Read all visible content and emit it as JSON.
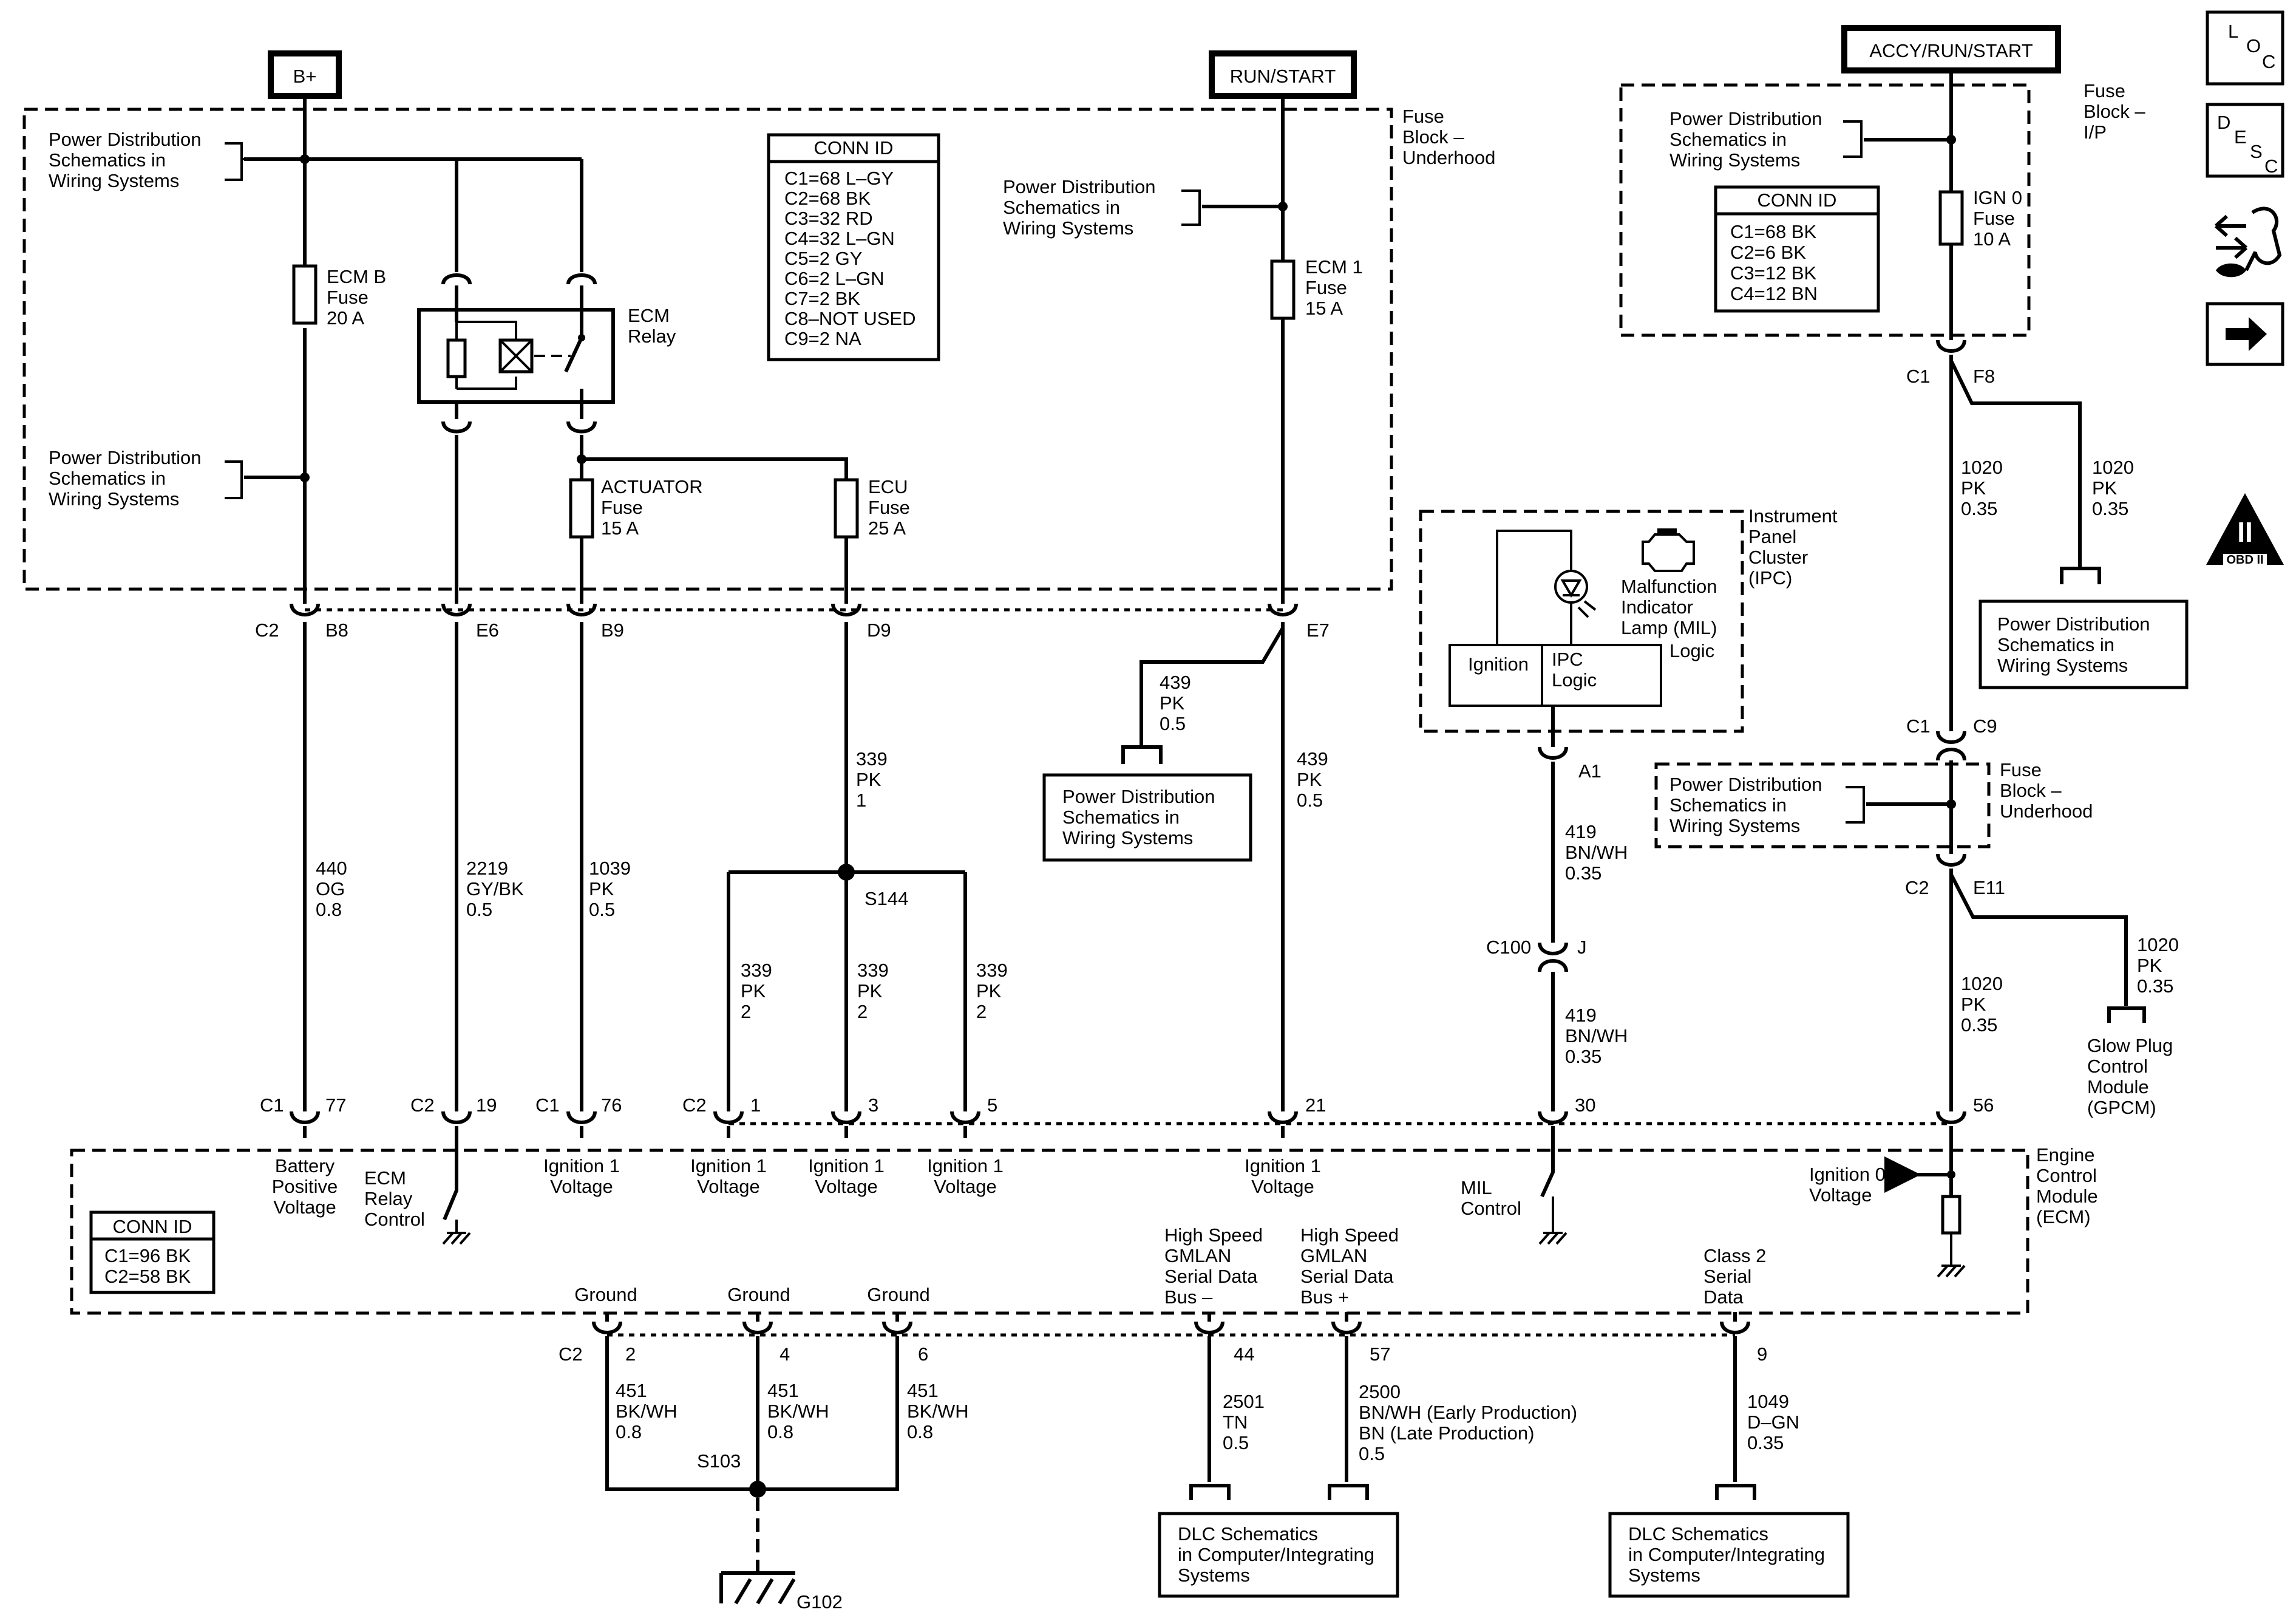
{
  "headers": {
    "b_plus": "B+",
    "run_start": "RUN/START",
    "accy_run_start": "ACCY/RUN/START"
  },
  "side_icons": {
    "loc": [
      "L",
      "O",
      "C"
    ],
    "desc": [
      "D",
      "E",
      "S",
      "C"
    ],
    "obd": "OBD II",
    "obd_mark": "II"
  },
  "modules": {
    "fuse_underhood": [
      "Fuse",
      "Block –",
      "Underhood"
    ],
    "fuse_ip": [
      "Fuse",
      "Block –",
      "I/P"
    ],
    "ipc": [
      "Instrument",
      "Panel",
      "Cluster",
      "(IPC)"
    ],
    "ecm": [
      "Engine",
      "Control",
      "Module",
      "(ECM)"
    ],
    "fuse_underhood_2": [
      "Fuse",
      "Block –",
      "Underhood"
    ]
  },
  "pdsws": [
    "Power Distribution",
    "Schematics in",
    "Wiring Systems"
  ],
  "dlc": [
    "DLC Schematics",
    "in Computer/Integrating",
    "Systems"
  ],
  "conn_underhood": {
    "title": "CONN ID",
    "lines": [
      "C1=68 L–GY",
      "C2=68 BK",
      "C3=32 RD",
      "C4=32 L–GN",
      "C5=2 GY",
      "C6=2 L–GN",
      "C7=2 BK",
      "C8–NOT USED",
      "C9=2 NA"
    ]
  },
  "conn_ip": {
    "title": "CONN ID",
    "lines": [
      "C1=68 BK",
      "C2=6 BK",
      "C3=12 BK",
      "C4=12 BN"
    ]
  },
  "conn_ecm": {
    "title": "CONN ID",
    "lines": [
      "C1=96 BK",
      "C2=58 BK"
    ]
  },
  "fuses": {
    "ecm_b": [
      "ECM B",
      "Fuse",
      "20 A"
    ],
    "ecm_1": [
      "ECM 1",
      "Fuse",
      "15 A"
    ],
    "actuator": [
      "ACTUATOR",
      "Fuse",
      "15 A"
    ],
    "ecu": [
      "ECU",
      "Fuse",
      "25 A"
    ],
    "ign_0": [
      "IGN 0",
      "Fuse",
      "10 A"
    ]
  },
  "relay": [
    "ECM",
    "Relay"
  ],
  "connector_labels": {
    "c2": "C2",
    "c1": "C1",
    "c100": "C100",
    "b8": "B8",
    "e6": "E6",
    "b9": "B9",
    "d9": "D9",
    "e7": "E7",
    "a1": "A1",
    "j": "J",
    "f8": "F8",
    "c9": "C9",
    "e11": "E11",
    "p77": "77",
    "p19": "19",
    "p76": "76",
    "p1": "1",
    "p3": "3",
    "p5": "5",
    "p21": "21",
    "p30": "30",
    "p56": "56",
    "p2": "2",
    "p4": "4",
    "p6": "6",
    "p44": "44",
    "p57": "57",
    "p9": "9"
  },
  "wires": {
    "w440": [
      "440",
      "OG",
      "0.8"
    ],
    "w2219": [
      "2219",
      "GY/BK",
      "0.5"
    ],
    "w1039": [
      "1039",
      "PK",
      "0.5"
    ],
    "w339_1": [
      "339",
      "PK",
      "1"
    ],
    "w339_2": [
      "339",
      "PK",
      "2"
    ],
    "w439": [
      "439",
      "PK",
      "0.5"
    ],
    "w419": [
      "419",
      "BN/WH",
      "0.35"
    ],
    "w1020": [
      "1020",
      "PK",
      "0.35"
    ],
    "w451": [
      "451",
      "BK/WH",
      "0.8"
    ],
    "w2501": [
      "2501",
      "TN",
      "0.5"
    ],
    "w2500": [
      "2500",
      "BN/WH (Early Production)",
      "BN (Late Production)",
      "0.5"
    ],
    "w1049": [
      "1049",
      "D–GN",
      "0.35"
    ]
  },
  "splices": {
    "s144": "S144",
    "s103": "S103",
    "g102": "G102"
  },
  "ipc_labels": {
    "mil": [
      "Malfunction",
      "Indicator",
      "Lamp (MIL)"
    ],
    "logic": "Logic",
    "ignition": "Ignition",
    "ipc_logic": [
      "IPC",
      "Logic"
    ]
  },
  "ecm_labels": {
    "battery": [
      "Battery",
      "Positive",
      "Voltage"
    ],
    "relay_control": [
      "ECM",
      "Relay",
      "Control"
    ],
    "ign1": [
      "Ignition 1",
      "Voltage"
    ],
    "mil_control": [
      "MIL",
      "Control"
    ],
    "ign0": [
      "Ignition 0",
      "Voltage"
    ],
    "ground": "Ground",
    "gmlan_minus": [
      "High Speed",
      "GMLAN",
      "Serial Data",
      "Bus –"
    ],
    "gmlan_plus": [
      "High Speed",
      "GMLAN",
      "Serial Data",
      "Bus +"
    ],
    "class2": [
      "Class 2",
      "Serial",
      "Data"
    ]
  },
  "gpcm": [
    "Glow Plug",
    "Control",
    "Module",
    "(GPCM)"
  ]
}
